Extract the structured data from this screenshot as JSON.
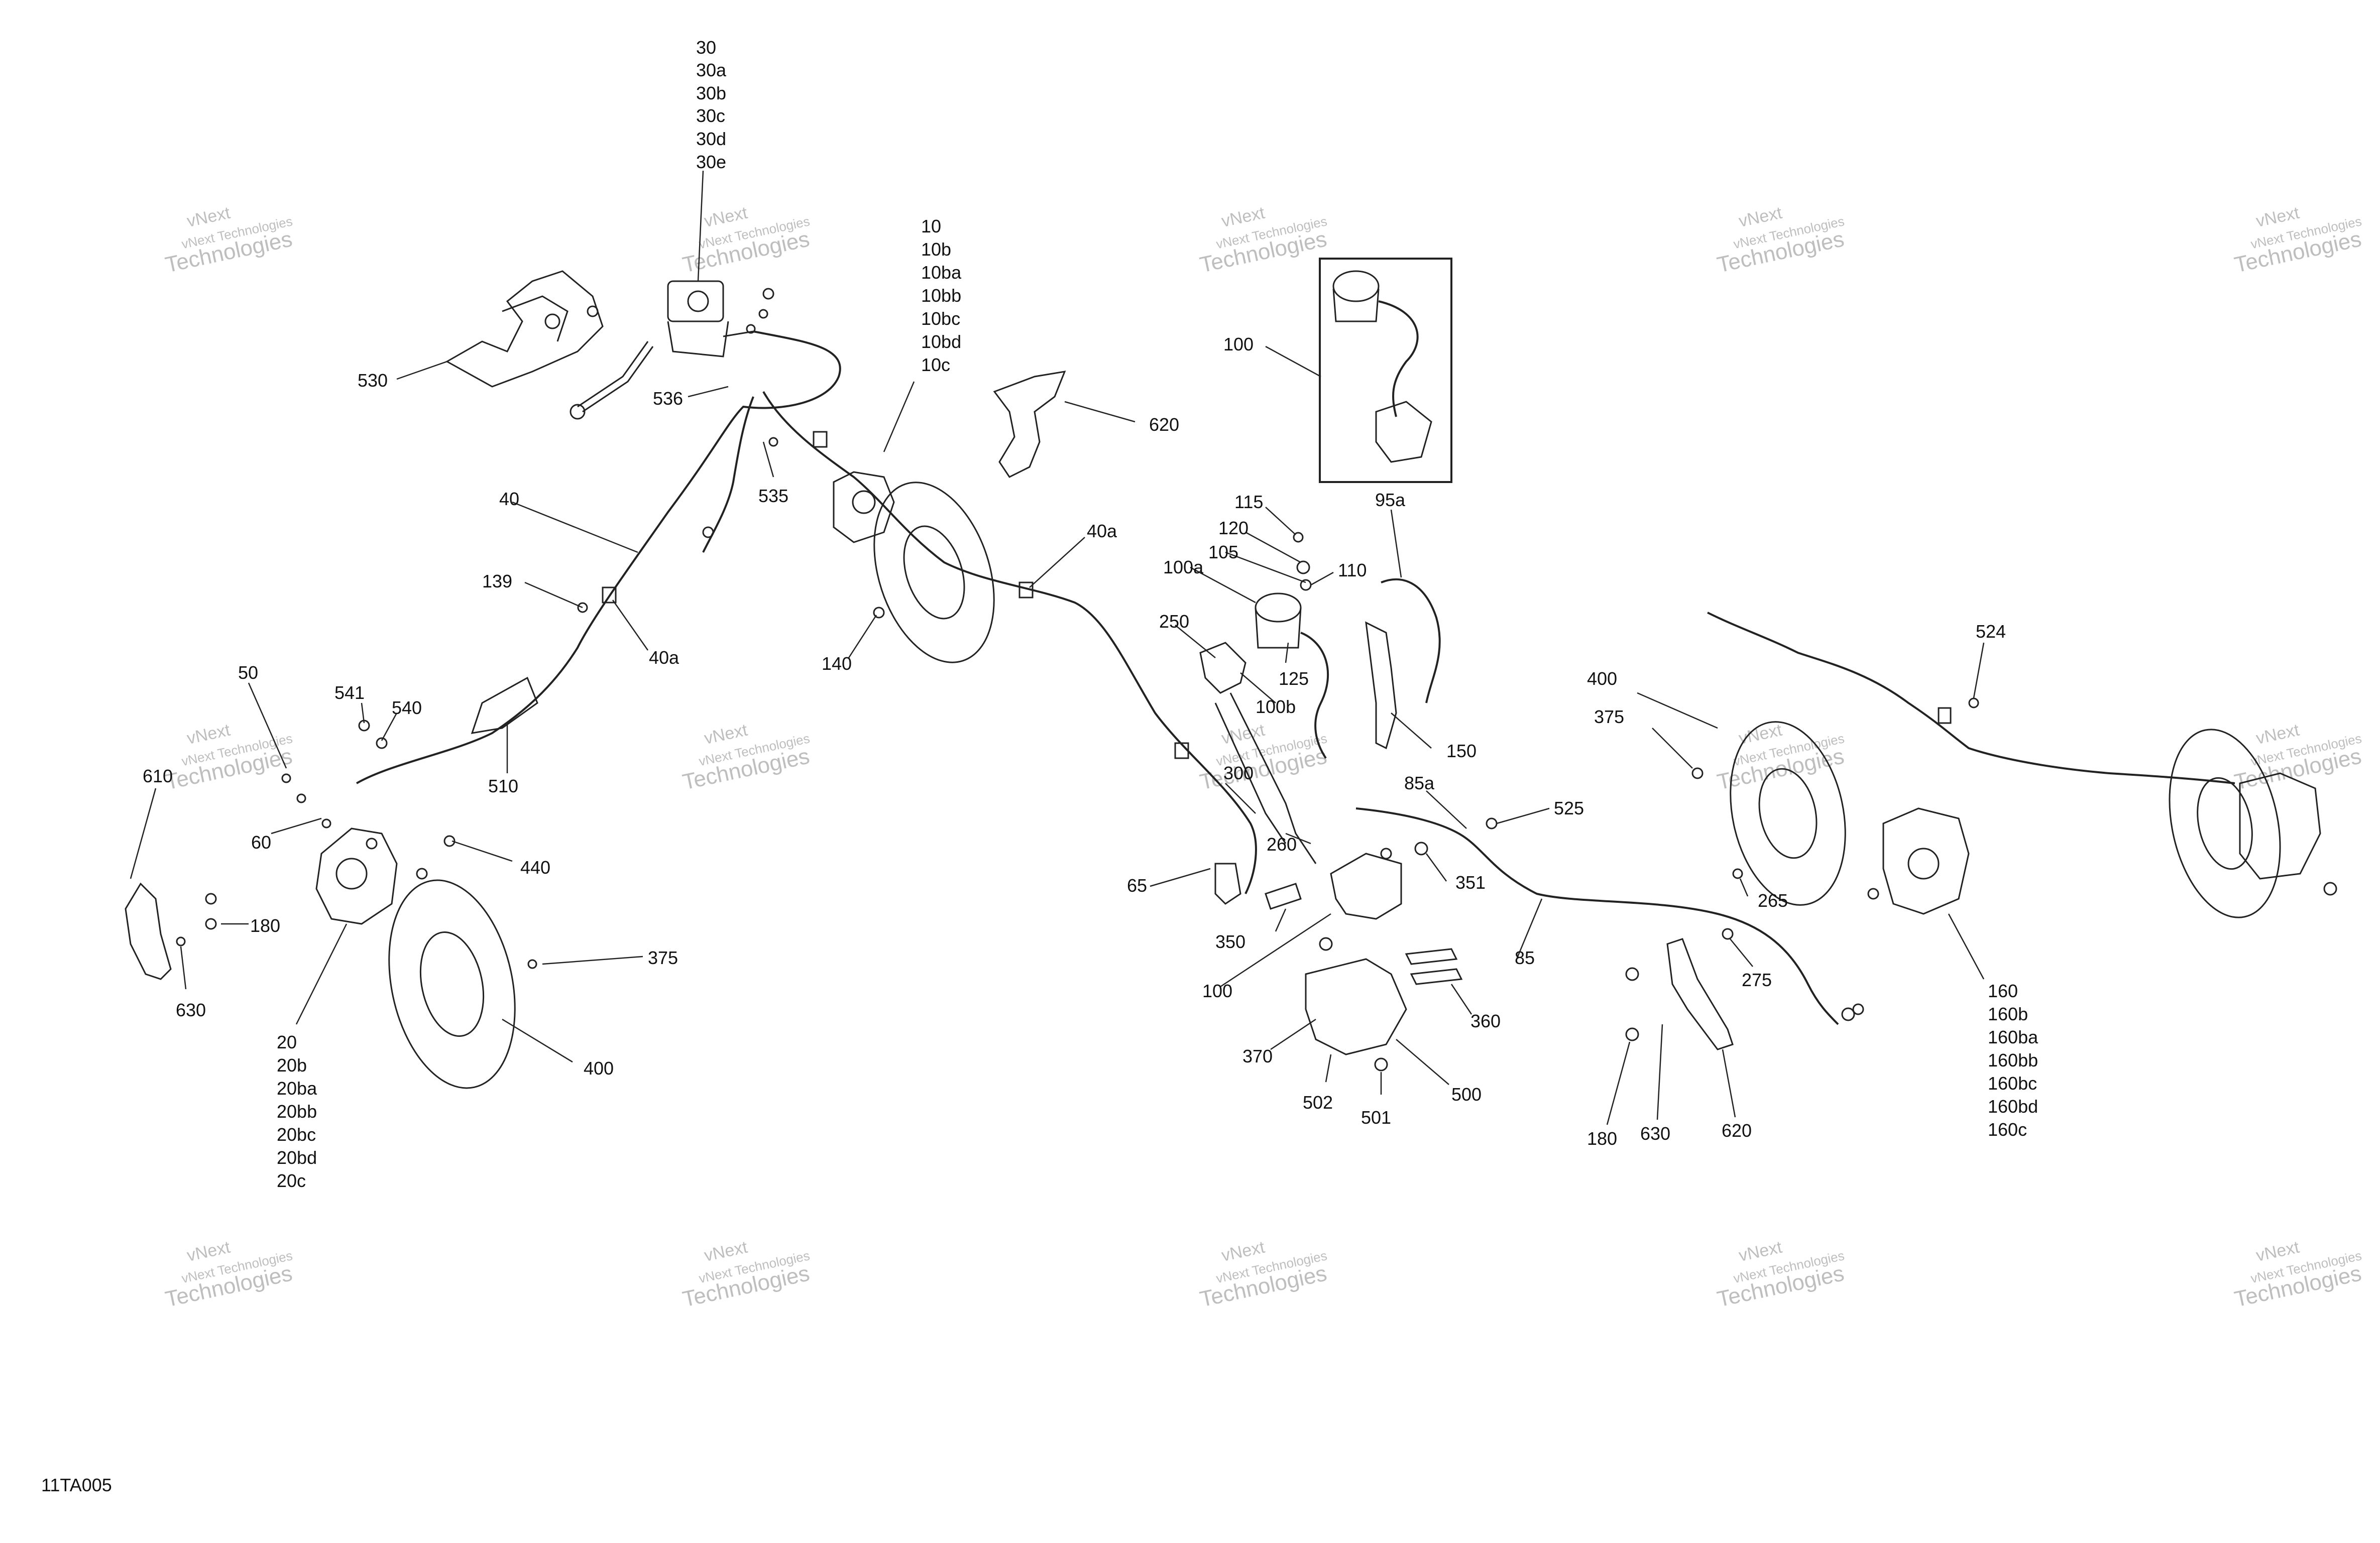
{
  "figure_code": "11TA005",
  "watermark": {
    "line1": "vNext Technologies",
    "line2": "vNext",
    "line3": "Technologies"
  },
  "callouts": {
    "c30": [
      "30",
      "30a",
      "30b",
      "30c",
      "30d",
      "30e"
    ],
    "c10": [
      "10",
      "10b",
      "10ba",
      "10bb",
      "10bc",
      "10bd",
      "10c"
    ],
    "c20": [
      "20",
      "20b",
      "20ba",
      "20bb",
      "20bc",
      "20bd",
      "20c"
    ],
    "c160": [
      "160",
      "160b",
      "160ba",
      "160bb",
      "160bc",
      "160bd",
      "160c"
    ],
    "c530": "530",
    "c536": "536",
    "c535": "535",
    "c620a": "620",
    "c100a_box": "100",
    "c95a": "95a",
    "c40": "40",
    "c139": "139",
    "c40a_1": "40a",
    "c40a_2": "40a",
    "c140": "140",
    "c115": "115",
    "c120": "120",
    "c105": "105",
    "c100a": "100a",
    "c110": "110",
    "c250": "250",
    "c125": "125",
    "c100b": "100b",
    "c150": "150",
    "c50": "50",
    "c541": "541",
    "c540": "540",
    "c510": "510",
    "c610": "610",
    "c60": "60",
    "c440": "440",
    "c180a": "180",
    "c630a": "630",
    "c375a": "375",
    "c400a": "400",
    "c300": "300",
    "c260": "260",
    "c65": "65",
    "c350": "350",
    "c100": "100",
    "c85a": "85a",
    "c525": "525",
    "c351": "351",
    "c85": "85",
    "c360": "360",
    "c370": "370",
    "c502": "502",
    "c501": "501",
    "c500": "500",
    "c400b": "400",
    "c375b": "375",
    "c524": "524",
    "c265": "265",
    "c275": "275",
    "c180b": "180",
    "c630b": "630",
    "c620b": "620"
  }
}
